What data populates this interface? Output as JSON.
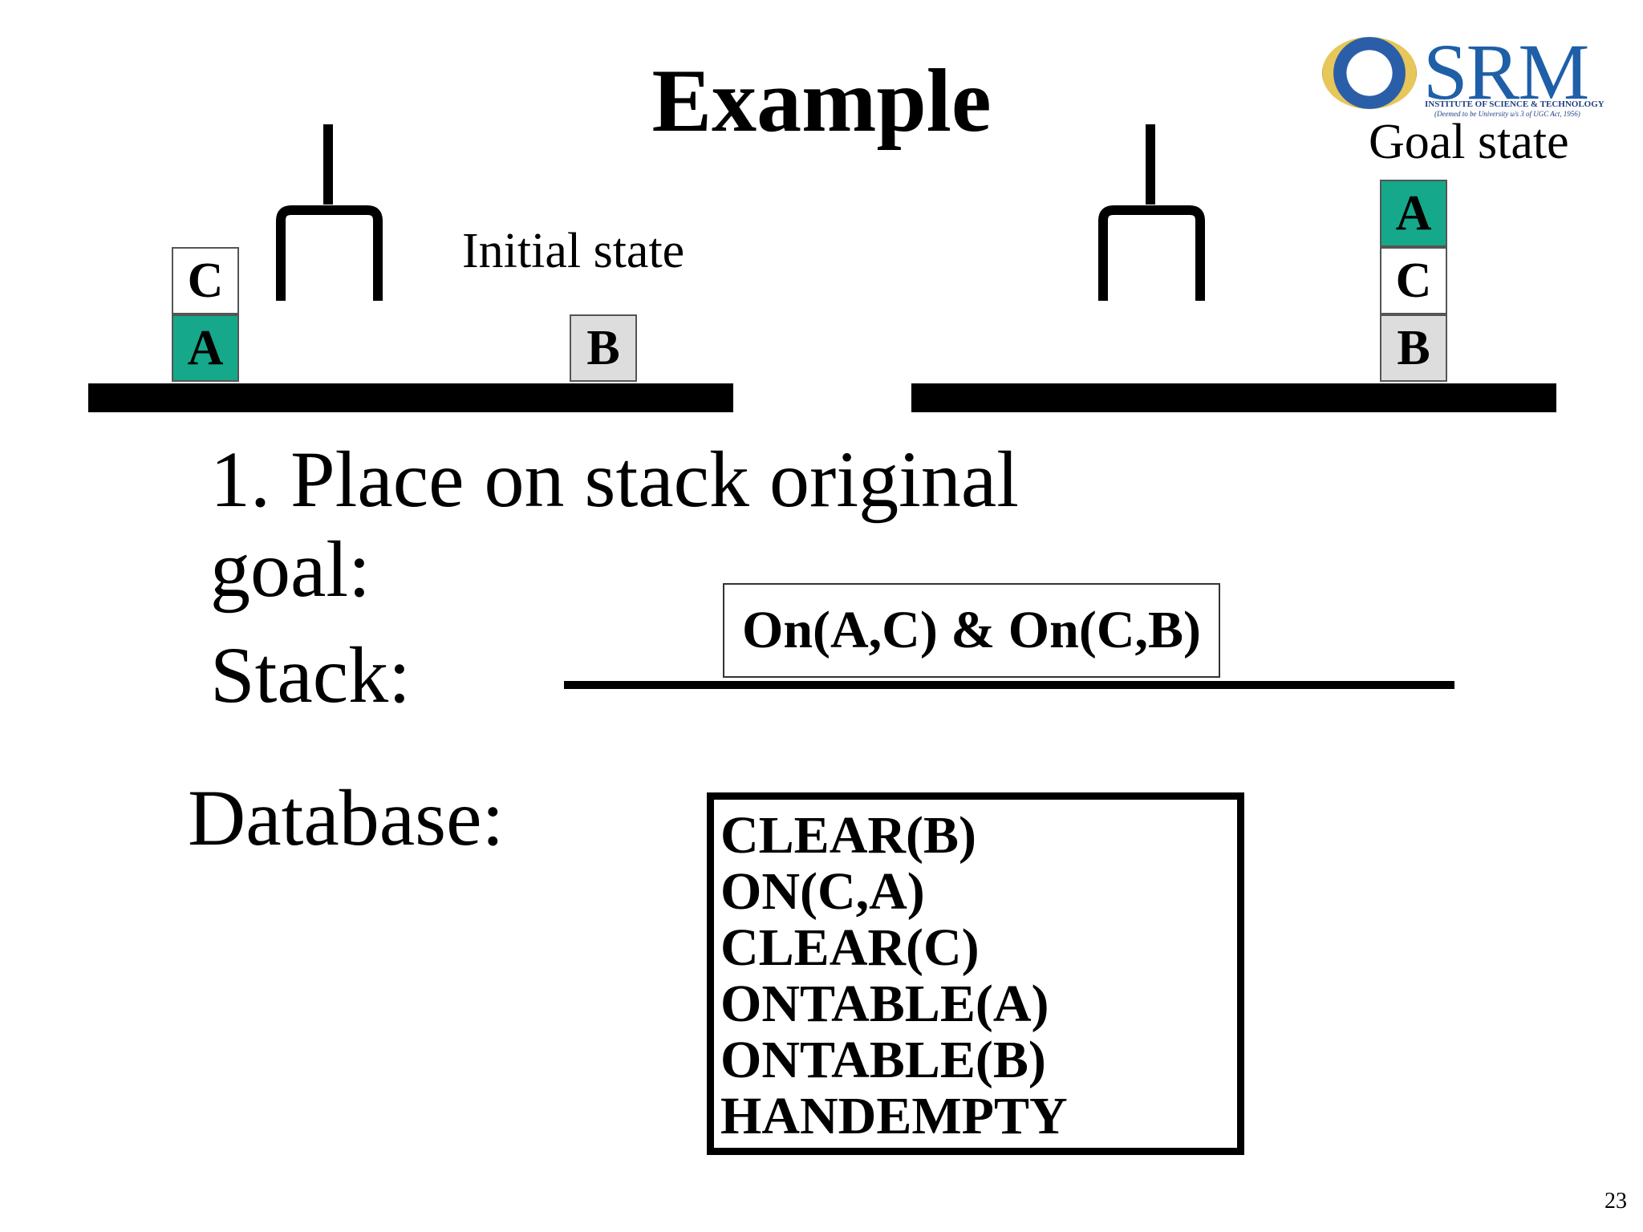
{
  "slide": {
    "title": "Example",
    "page_number": "23"
  },
  "logo": {
    "name": "SRM",
    "subtitle": "INSTITUTE OF SCIENCE & TECHNOLOGY",
    "tagline": "(Deemed to be University u/s 3 of UGC Act, 1956)"
  },
  "initial_state": {
    "label": "Initial state",
    "blocks": [
      {
        "name": "C",
        "color": "#ffffff"
      },
      {
        "name": "A",
        "color": "#16a88a"
      },
      {
        "name": "B",
        "color": "#dddddd"
      }
    ]
  },
  "goal_state": {
    "label": "Goal state",
    "blocks": [
      {
        "name": "A",
        "color": "#16a88a"
      },
      {
        "name": "C",
        "color": "#ffffff"
      },
      {
        "name": "B",
        "color": "#dddddd"
      }
    ]
  },
  "step": {
    "line1": "1. Place on stack original",
    "line2": "goal:"
  },
  "stack": {
    "label": "Stack:",
    "goal": "On(A,C) & On(C,B)"
  },
  "database": {
    "label": "Database:",
    "items": [
      "CLEAR(B)",
      "ON(C,A)",
      "CLEAR(C)",
      "ONTABLE(A)",
      "ONTABLE(B)",
      "HANDEMPTY"
    ]
  }
}
